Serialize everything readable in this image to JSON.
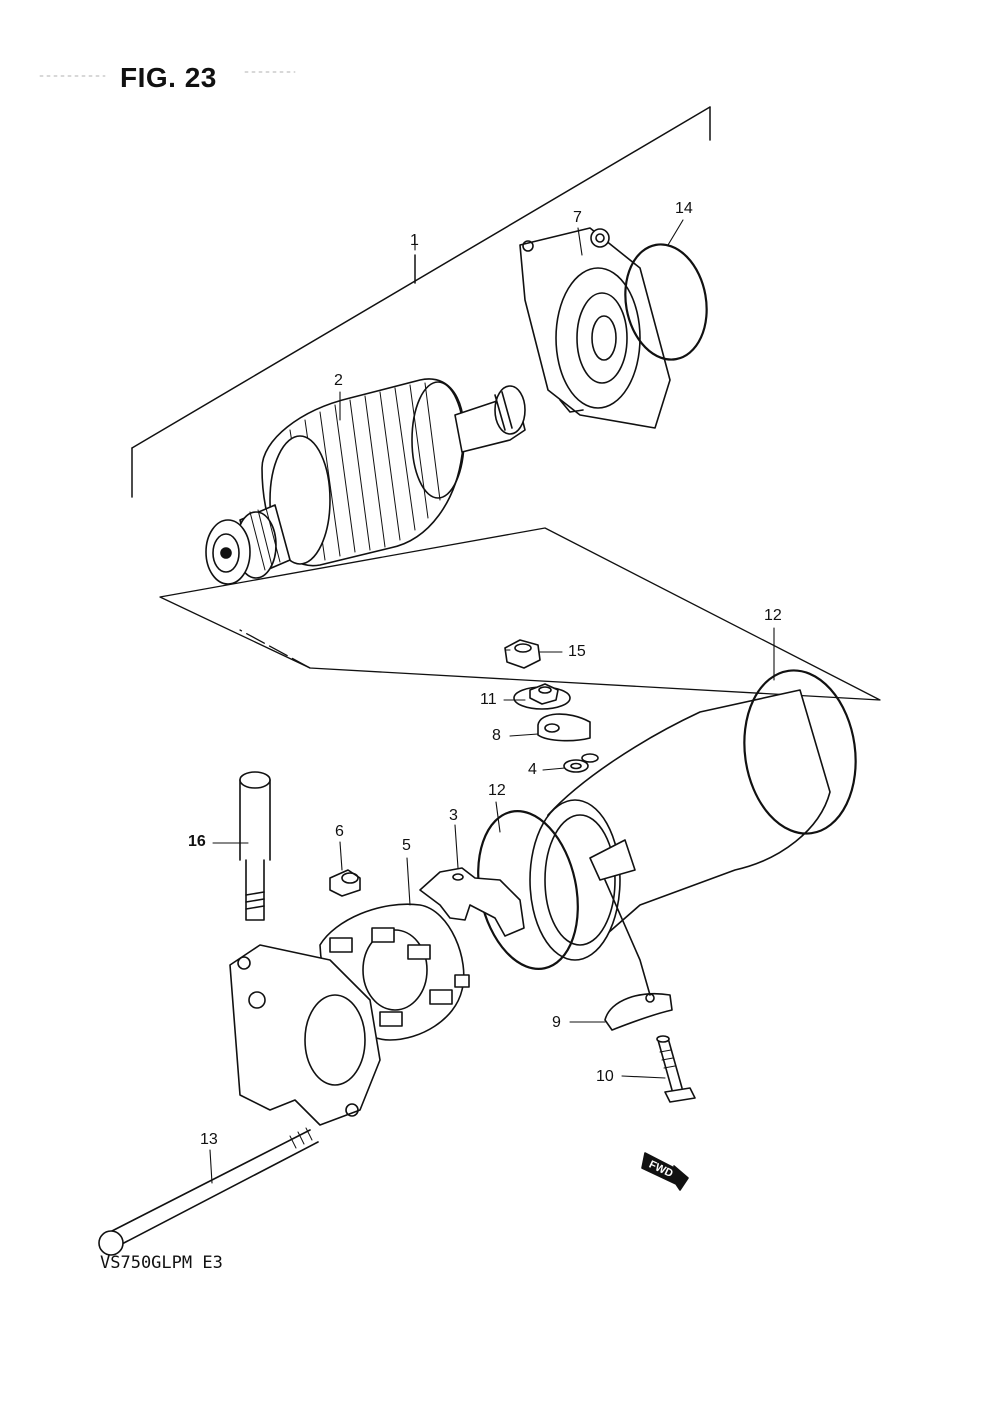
{
  "figure": {
    "title": "FIG. 23",
    "model": "VS750GLPM  E3",
    "direction_label": "FWD"
  },
  "parts": [
    {
      "ref": "1"
    },
    {
      "ref": "2"
    },
    {
      "ref": "3"
    },
    {
      "ref": "4"
    },
    {
      "ref": "5"
    },
    {
      "ref": "6"
    },
    {
      "ref": "7"
    },
    {
      "ref": "8"
    },
    {
      "ref": "9"
    },
    {
      "ref": "10"
    },
    {
      "ref": "11"
    },
    {
      "ref": "12"
    },
    {
      "ref": "12"
    },
    {
      "ref": "13"
    },
    {
      "ref": "14"
    },
    {
      "ref": "15"
    },
    {
      "ref": "16"
    }
  ]
}
